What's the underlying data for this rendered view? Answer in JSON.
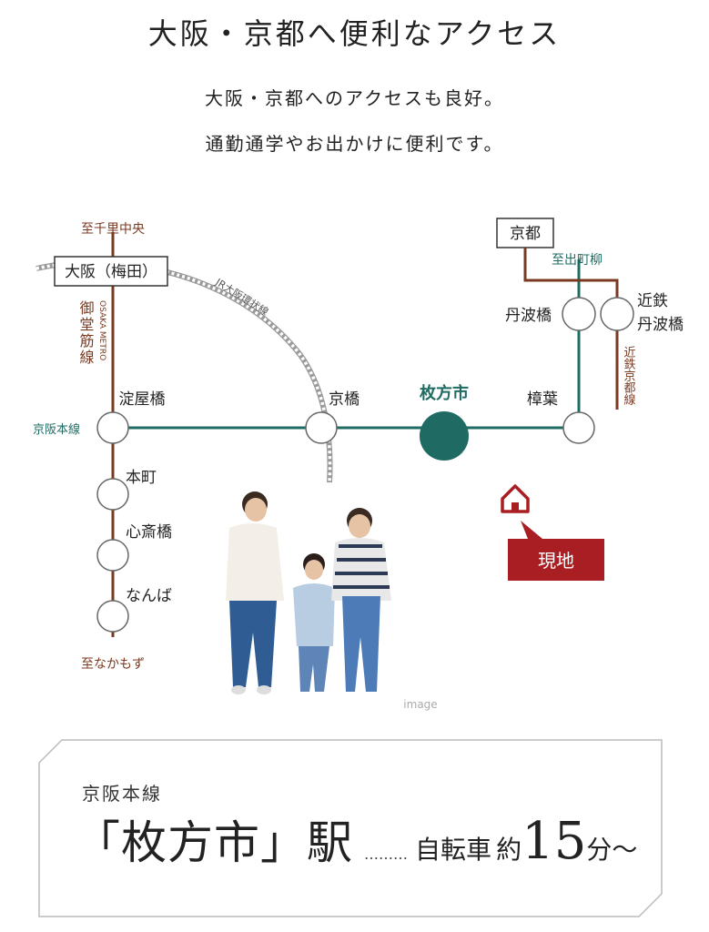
{
  "header": {
    "title": "大阪・京都へ便利なアクセス",
    "lead1": "大阪・京都へのアクセスも良好。",
    "lead2": "通勤通学やお出かけに便利です。"
  },
  "map": {
    "osaka_box": "大阪（梅田）",
    "kyoto_box": "京都",
    "to_senri": "至千里中央",
    "to_demachi": "至出町柳",
    "to_nakamozu": "至なかもず",
    "midosuji": "御堂筋線",
    "osaka_metro": "OSAKA METRO",
    "jr_loop": "JR大阪環状線",
    "keihan_main": "京阪本線",
    "kintetsu": "近鉄京都線",
    "stations": {
      "yodoyabashi": "淀屋橋",
      "kyobashi": "京橋",
      "hirakatashi": "枚方市",
      "kuzuha": "樟葉",
      "honmachi": "本町",
      "shinsaibashi": "心斎橋",
      "namba": "なんば",
      "tambabashi": "丹波橋",
      "kintetsu_tambabashi_1": "近鉄",
      "kintetsu_tambabashi_2": "丹波橋"
    },
    "genchi": "現地",
    "image_caption": "image",
    "colors": {
      "keihan": "#1f6b63",
      "brown": "#7a3a22",
      "genchi": "#a81e22"
    }
  },
  "card": {
    "line": "京阪本線",
    "station": "「枚方市」駅",
    "dots": "………",
    "mode": "自転車",
    "approx": "約",
    "minutes": "15",
    "unit": "分〜"
  }
}
